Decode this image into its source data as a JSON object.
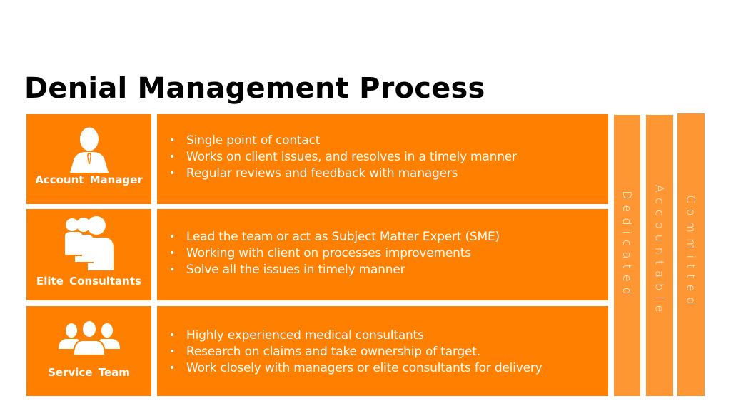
{
  "slide": {
    "title": "Denial Management Process"
  },
  "colors": {
    "primary_orange": "#FF7F00",
    "light_orange": "#FF9634",
    "text_on_orange": "#FFFFFF",
    "title": "#000000",
    "background": "#FFFFFF"
  },
  "rows": [
    {
      "role": "Account  Manager",
      "icon": "business-person-icon",
      "points": [
        "Single point of contact",
        "Works on client issues, and resolves in a timely manner",
        "Regular reviews and feedback with managers"
      ]
    },
    {
      "role": "Elite  Consultants",
      "icon": "consultants-group-icon",
      "points": [
        "Lead the team or act as Subject Matter Expert (SME)",
        "Working with client on processes improvements",
        "Solve all the issues in timely manner"
      ]
    },
    {
      "role": "Service Team",
      "icon": "team-icon",
      "points": [
        "Highly experienced  medical consultants",
        "Research on claims and take ownership of target.",
        "Work closely with managers or elite consultants for delivery"
      ]
    }
  ],
  "bullet": "•",
  "values": [
    "Dedicated",
    "Accountable",
    "Committed"
  ]
}
